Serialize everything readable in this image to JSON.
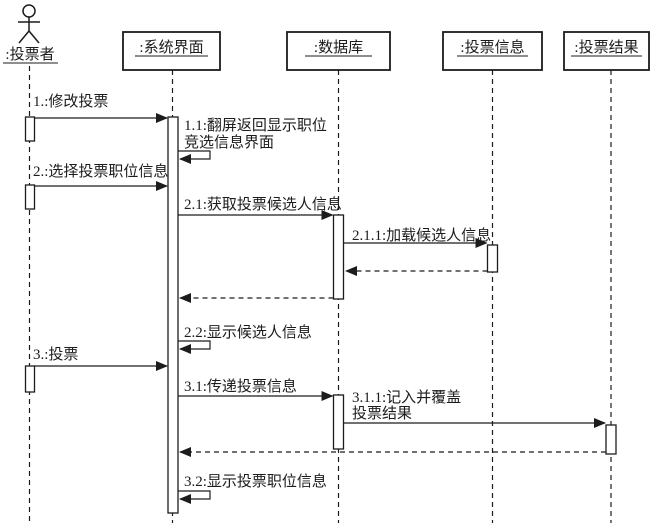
{
  "diagram": {
    "type": "uml-sequence",
    "actor": {
      "name": ":投票者"
    },
    "objects": [
      {
        "name": ":系统界面"
      },
      {
        "name": ":数据库"
      },
      {
        "name": ":投票信息"
      },
      {
        "name": ":投票结果"
      }
    ],
    "messages": {
      "m1": "1.:修改投票",
      "m1_1_line1": "1.1:翻屏返回显示职位",
      "m1_1_line2": "竞选信息界面",
      "m2": "2.:选择投票职位信息",
      "m2_1": "2.1:获取投票候选人信息",
      "m2_1_1": "2.1.1:加载候选人信息",
      "m2_2": "2.2:显示候选人信息",
      "m3": "3.:投票",
      "m3_1": "3.1:传递投票信息",
      "m3_1_1_line1": "3.1.1:记入并覆盖",
      "m3_1_1_line2": "投票结果",
      "m3_2": "3.2:显示投票职位信息"
    },
    "colors": {
      "ink": "#1c1c1c",
      "background": "#ffffff"
    }
  }
}
